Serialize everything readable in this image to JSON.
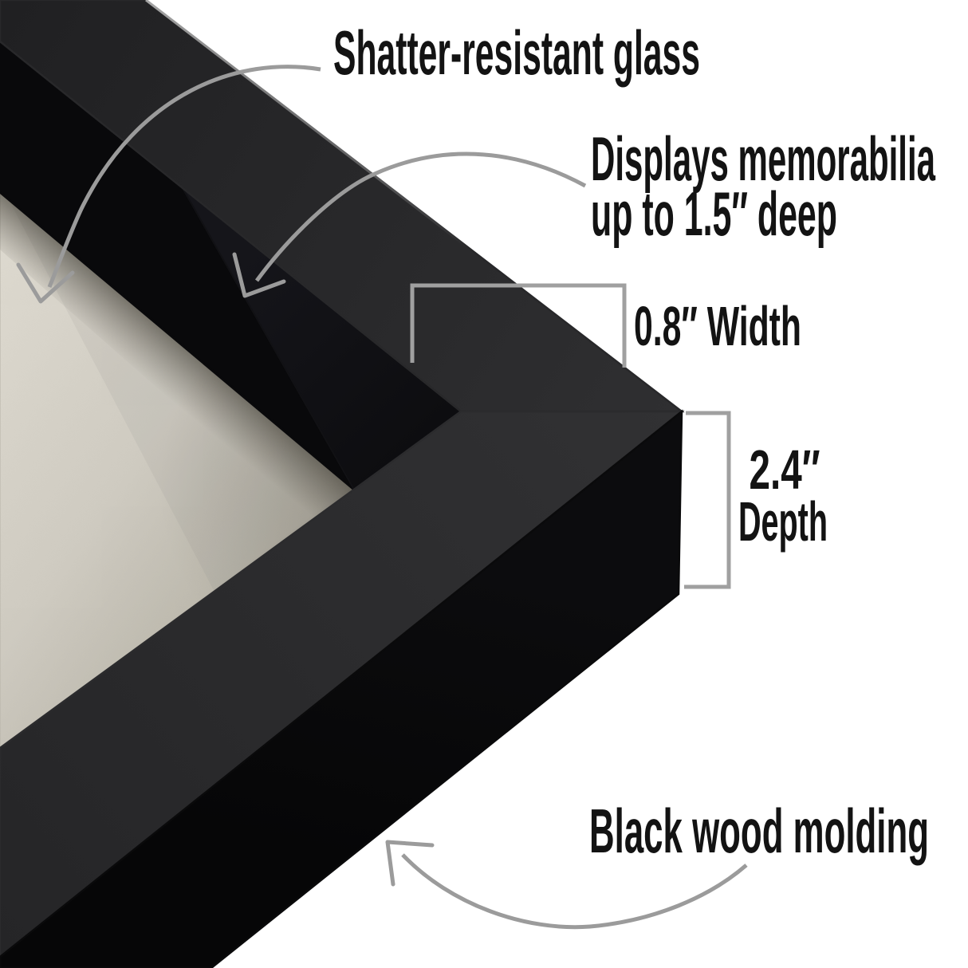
{
  "figure": {
    "kind": "product-infographic",
    "background": "#ffffff",
    "annotations": {
      "glass_label": "Shatter-resistant glass",
      "display_label_line1": "Displays memorabilia",
      "display_label_line2": "up to 1.5″ deep",
      "width_label": "0.8″ Width",
      "depth_value_label": "2.4″",
      "depth_word_label": "Depth",
      "molding_label": "Black wood molding"
    },
    "dimensions_shown": {
      "frame_width": "0.8″",
      "frame_depth": "2.4″",
      "display_depth": "1.5″"
    },
    "colors": {
      "text": "#131313",
      "arrow": "#9b9b9b",
      "bracket": "#a0a0a0",
      "frame_top_face": "#2a2a2c",
      "frame_side_face": "#0a0a0c",
      "frame_inner_wall": "#0a0a0c",
      "glass_tint": "#17171b",
      "mat_light": "#dcd8ce",
      "mat_dark": "#a39f93"
    }
  }
}
